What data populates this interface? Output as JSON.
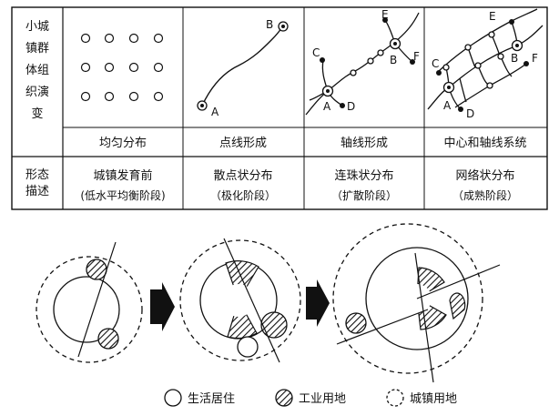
{
  "table": {
    "row_header_top": [
      "小城",
      "镇群",
      "体组",
      "织演",
      "变"
    ],
    "row_header_bottom": [
      "形态",
      "描述"
    ],
    "columns": [
      {
        "label": "均匀分布",
        "desc_line1": "城镇发育前",
        "desc_line2": "(低水平均衡阶段)"
      },
      {
        "label": "点线形成",
        "desc_line1": "散点状分布",
        "desc_line2": "（极化阶段）"
      },
      {
        "label": "轴线形成",
        "desc_line1": "连珠状分布",
        "desc_line2": "（扩散阶段）"
      },
      {
        "label": "中心和轴线系统",
        "desc_line1": "网络状分布",
        "desc_line2": "（成熟阶段）"
      }
    ],
    "point_letters": {
      "a": "A",
      "b": "B",
      "c": "C",
      "d": "D",
      "e": "E",
      "f": "F"
    }
  },
  "legend": {
    "items": [
      {
        "symbol": "solid-circle",
        "label": "生活居住"
      },
      {
        "symbol": "hatched-circle",
        "label": "工业用地"
      },
      {
        "symbol": "dashed-circle",
        "label": "城镇用地"
      }
    ]
  }
}
